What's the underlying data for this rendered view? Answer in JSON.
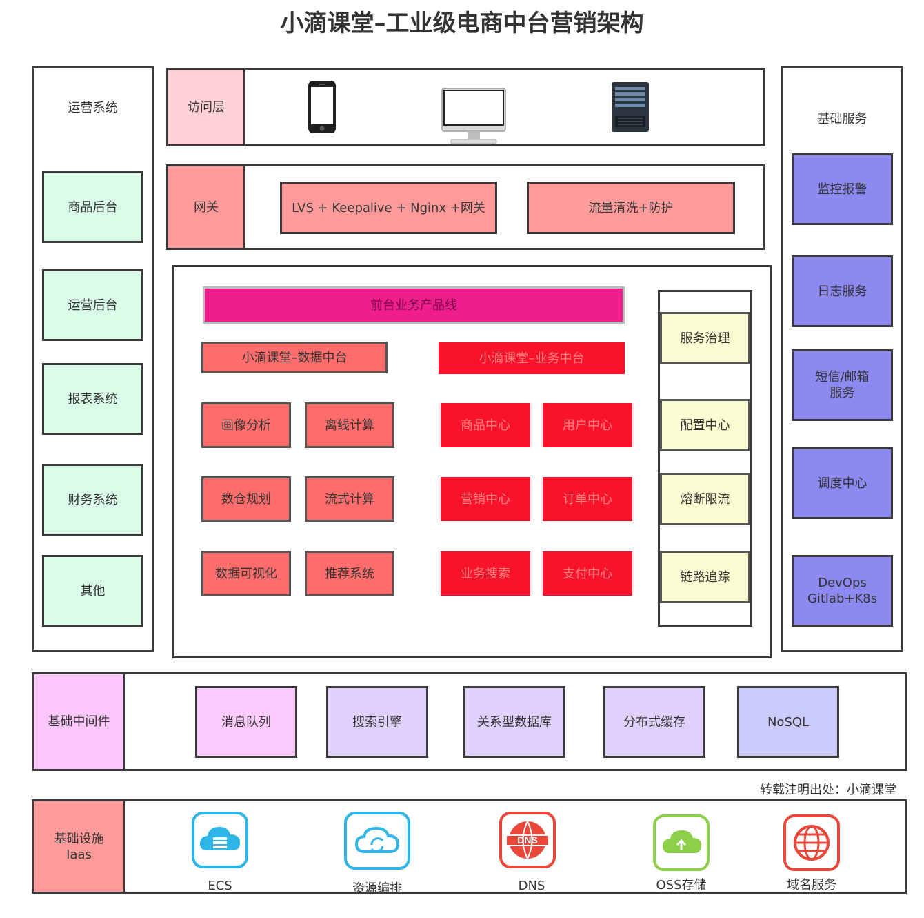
{
  "title": "小滴课堂–工业级电商中台营销架构",
  "left_panel": {
    "header": "运营系统",
    "items": [
      "商品后台",
      "运营后台",
      "报表系统",
      "财务系统",
      "其他"
    ]
  },
  "right_panel": {
    "header": "基础服务",
    "items": [
      "监控报警",
      "日志服务",
      "短信/邮箱\n服务",
      "调度中心",
      "DevOps\nGitlab+K8s"
    ]
  },
  "access_layer": {
    "label": "访问层",
    "devices": [
      "phone-icon",
      "desktop-icon",
      "server-icon"
    ]
  },
  "gateway": {
    "label": "网关",
    "items": [
      "LVS + Keepalive + Nginx +网关",
      "流量清洗+防护"
    ]
  },
  "core": {
    "product_line": "前台业务产品线",
    "data_platform": {
      "title": "小滴课堂–数据中台",
      "items": [
        "画像分析",
        "离线计算",
        "数仓规划",
        "流式计算",
        "数据可视化",
        "推荐系统"
      ]
    },
    "business_platform": {
      "title": "小滴课堂–业务中台",
      "items": [
        "商品中心",
        "用户中心",
        "营销中心",
        "订单中心",
        "业务搜索",
        "支付中心"
      ]
    },
    "governance": [
      "服务治理",
      "配置中心",
      "熔断限流",
      "链路追踪"
    ]
  },
  "middleware": {
    "label": "基础中间件",
    "items": [
      "消息队列",
      "搜索引擎",
      "关系型数据库",
      "分布式缓存",
      "NoSQL"
    ]
  },
  "note": "转载注明出处：小滴课堂",
  "infrastructure": {
    "label": "基础设施\nIaas",
    "items": [
      {
        "name": "ECS",
        "icon": "cloud-server-icon",
        "color": "#2fb6e8"
      },
      {
        "name": "资源编排",
        "icon": "cloud-sync-icon",
        "color": "#2fb6e8"
      },
      {
        "name": "DNS",
        "icon": "dns-icon",
        "color": "#e8473a"
      },
      {
        "name": "OSS存储",
        "icon": "cloud-upload-icon",
        "color": "#8cd04a"
      },
      {
        "name": "域名服务",
        "icon": "globe-icon",
        "color": "#e8473a"
      }
    ]
  }
}
